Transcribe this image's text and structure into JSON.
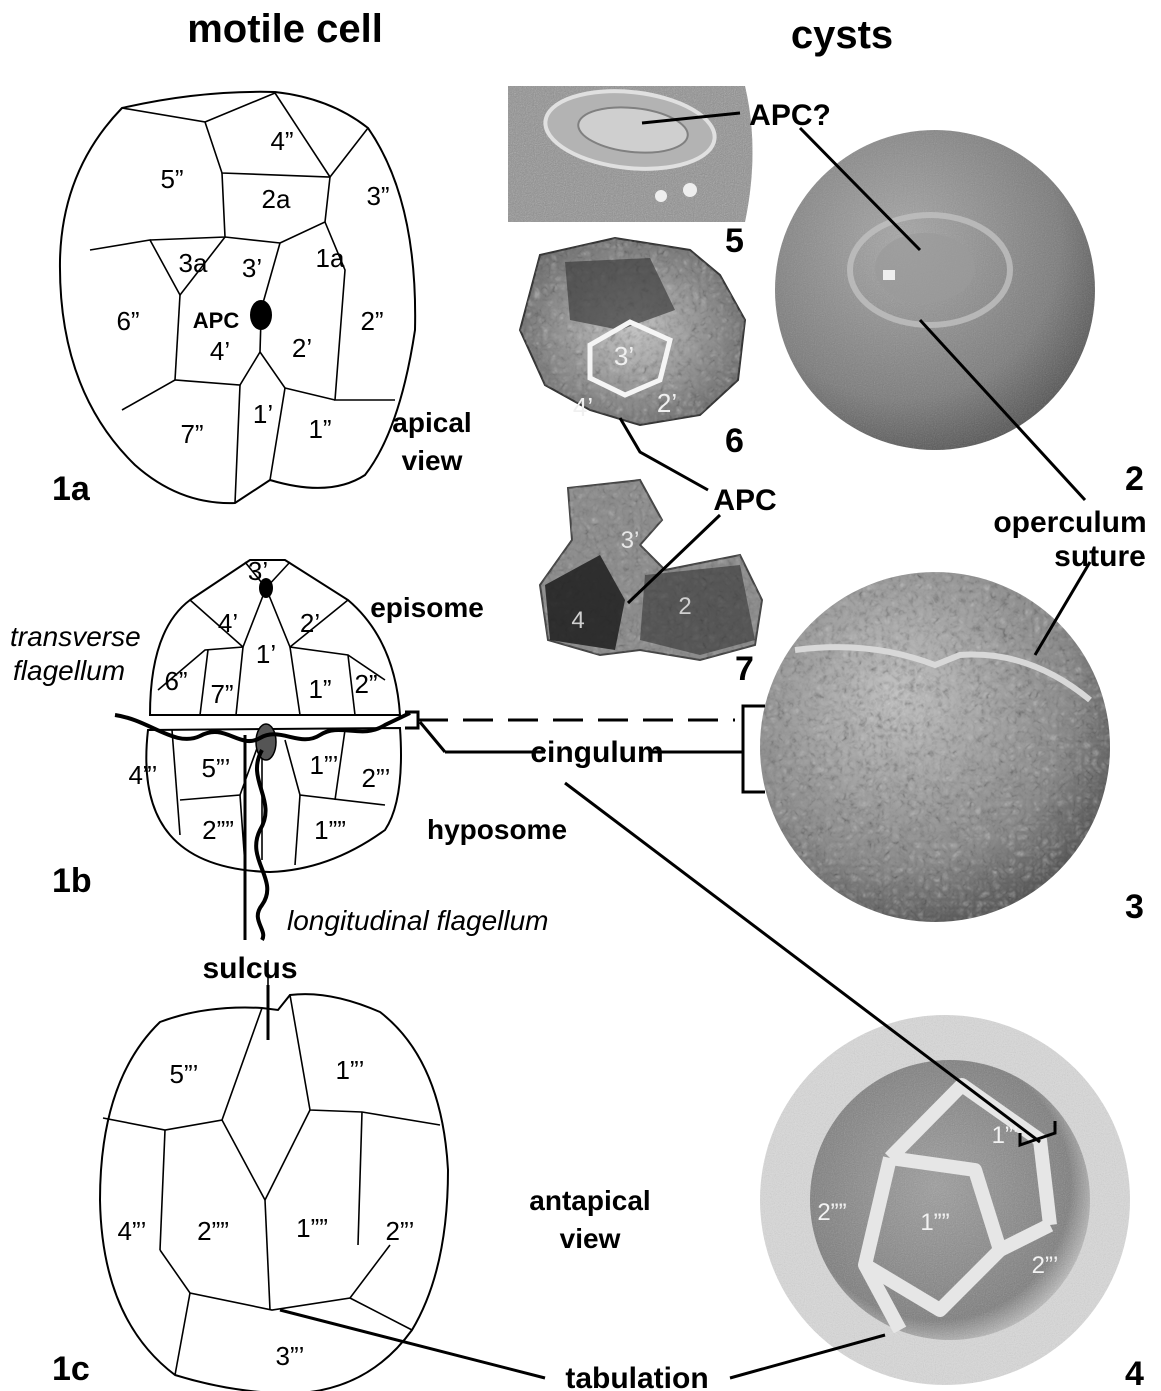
{
  "headers": {
    "left": "motile cell",
    "right": "cysts"
  },
  "panel_labels": {
    "p1a": "1a",
    "p1b": "1b",
    "p1c": "1c",
    "p2": "2",
    "p3": "3",
    "p4": "4",
    "p5": "5",
    "p6": "6",
    "p7": "7"
  },
  "apical": {
    "view_line1": "apical",
    "view_line2": "view",
    "plates": {
      "p4pp": "4”",
      "p5pp": "5”",
      "p2a": "2a",
      "p3pp": "3”",
      "p3a": "3a",
      "p3p": "3’",
      "p1a": "1a",
      "p6pp": "6”",
      "apc": "APC",
      "p4p": "4’",
      "p2p": "2’",
      "p2pp": "2”",
      "p7pp": "7”",
      "p1p": "1’",
      "p1pp": "1”"
    }
  },
  "lateral": {
    "episome": "episome",
    "hyposome": "hyposome",
    "transverse_line1": "transverse",
    "transverse_line2": "flagellum",
    "longitudinal": "longitudinal flagellum",
    "plates": {
      "p3p": "3’",
      "p4p": "4’",
      "p2p": "2’",
      "p1p": "1’",
      "p6pp": "6”",
      "p7pp": "7”",
      "p1pp": "1”",
      "p2pp": "2”",
      "p4ppp": "4”’",
      "p5ppp": "5”’",
      "p1ppp": "1”’",
      "p2ppp": "2”’",
      "p2pppp": "2””",
      "p1pppp": "1””"
    }
  },
  "antapical": {
    "view_line1": "antapical",
    "view_line2": "view",
    "plates": {
      "p5ppp": "5”’",
      "p1ppp": "1”’",
      "p4ppp": "4”’",
      "p2pppp": "2””",
      "p1pppp": "1””",
      "p2ppp": "2”’",
      "p3ppp": "3”’"
    }
  },
  "callouts": {
    "cingulum": "cingulum",
    "sulcus": "sulcus",
    "tabulation": "tabulation",
    "apc_q": "APC?",
    "apc": "APC",
    "operculum_line1": "operculum",
    "operculum_line2": "suture"
  },
  "micro_labels": {
    "f6_3p": "3’",
    "f6_4p": "4’",
    "f6_2p": "2’",
    "f7_3p": "3’",
    "f7_4": "4",
    "f7_2": "2",
    "f4_1ppp": "1”’",
    "f4_2pppp": "2””",
    "f4_1pppp": "1””",
    "f4_2ppp": "2”’"
  }
}
